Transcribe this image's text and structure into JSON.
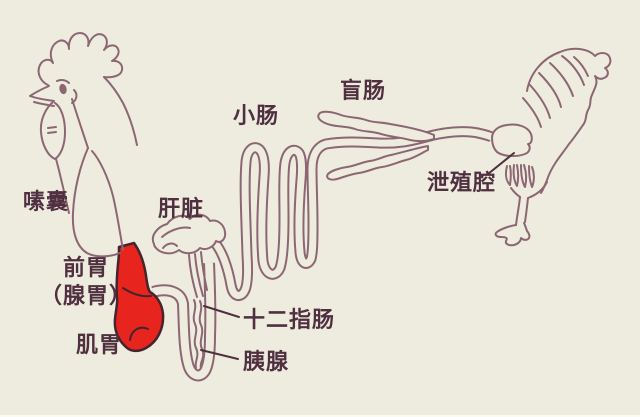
{
  "diagram": {
    "labels": {
      "crop": "嗉囊",
      "proventriculus_line1": "前胃",
      "proventriculus_line2": "（腺胃）",
      "gizzard": "肌胃",
      "liver": "肝脏",
      "small_intestine": "小肠",
      "duodenum": "十二指肠",
      "pancreas": "胰腺",
      "cecum": "盲肠",
      "cloaca": "泄殖腔"
    },
    "colors": {
      "background": "#edecdf",
      "outline": "#8c6773",
      "label_text": "#503040",
      "highlight_fill": "#e8241e",
      "highlight_outline": "#45242e"
    }
  }
}
